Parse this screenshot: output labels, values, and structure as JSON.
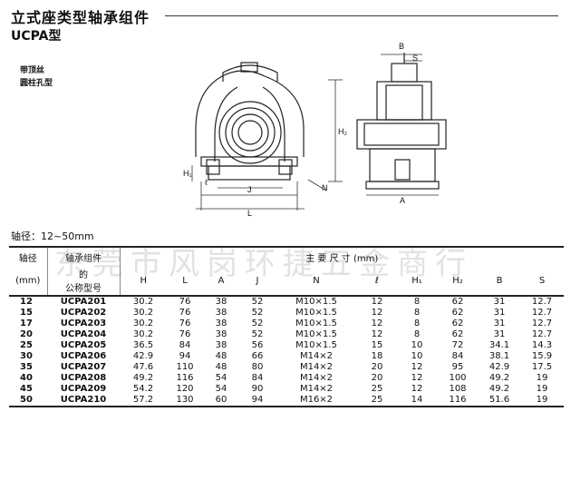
{
  "header": {
    "title": "立式座类型轴承组件",
    "model": "UCPA型",
    "notes": [
      "带顶丝",
      "圆柱孔型"
    ]
  },
  "diagram": {
    "labels": {
      "H2": "H₂",
      "H1": "H₁",
      "l": "ℓ",
      "J": "J",
      "L": "L",
      "N": "N",
      "A": "A",
      "B": "B",
      "S": "S"
    }
  },
  "range_label": "轴径：12~50mm",
  "watermark": "东莞市风岗环捷五金商行",
  "table": {
    "col_shaft": [
      "轴径",
      "(mm)"
    ],
    "col_model": [
      "轴承组件",
      "的",
      "公称型号"
    ],
    "dims_title": "主 要 尺 寸 (mm)",
    "dims": [
      "H",
      "L",
      "A",
      "J",
      "N",
      "ℓ",
      "H₁",
      "H₂",
      "B",
      "S"
    ],
    "groups": [
      [
        {
          "shaft": "12",
          "model": "UCPA201",
          "v": [
            "30.2",
            "76",
            "38",
            "52",
            "M10×1.5",
            "12",
            "8",
            "62",
            "31",
            "12.7"
          ]
        },
        {
          "shaft": "15",
          "model": "UCPA202",
          "v": [
            "30.2",
            "76",
            "38",
            "52",
            "M10×1.5",
            "12",
            "8",
            "62",
            "31",
            "12.7"
          ]
        },
        {
          "shaft": "17",
          "model": "UCPA203",
          "v": [
            "30.2",
            "76",
            "38",
            "52",
            "M10×1.5",
            "12",
            "8",
            "62",
            "31",
            "12.7"
          ]
        }
      ],
      [
        {
          "shaft": "20",
          "model": "UCPA204",
          "v": [
            "30.2",
            "76",
            "38",
            "52",
            "M10×1.5",
            "12",
            "8",
            "62",
            "31",
            "12.7"
          ]
        },
        {
          "shaft": "25",
          "model": "UCPA205",
          "v": [
            "36.5",
            "84",
            "38",
            "56",
            "M10×1.5",
            "15",
            "10",
            "72",
            "34.1",
            "14.3"
          ]
        },
        {
          "shaft": "30",
          "model": "UCPA206",
          "v": [
            "42.9",
            "94",
            "48",
            "66",
            "M14×2",
            "18",
            "10",
            "84",
            "38.1",
            "15.9"
          ]
        }
      ],
      [
        {
          "shaft": "35",
          "model": "UCPA207",
          "v": [
            "47.6",
            "110",
            "48",
            "80",
            "M14×2",
            "20",
            "12",
            "95",
            "42.9",
            "17.5"
          ]
        },
        {
          "shaft": "40",
          "model": "UCPA208",
          "v": [
            "49.2",
            "116",
            "54",
            "84",
            "M14×2",
            "20",
            "12",
            "100",
            "49.2",
            "19"
          ]
        },
        {
          "shaft": "45",
          "model": "UCPA209",
          "v": [
            "54.2",
            "120",
            "54",
            "90",
            "M14×2",
            "25",
            "12",
            "108",
            "49.2",
            "19"
          ]
        }
      ],
      [
        {
          "shaft": "50",
          "model": "UCPA210",
          "v": [
            "57.2",
            "130",
            "60",
            "94",
            "M16×2",
            "25",
            "14",
            "116",
            "51.6",
            "19"
          ]
        }
      ]
    ]
  }
}
